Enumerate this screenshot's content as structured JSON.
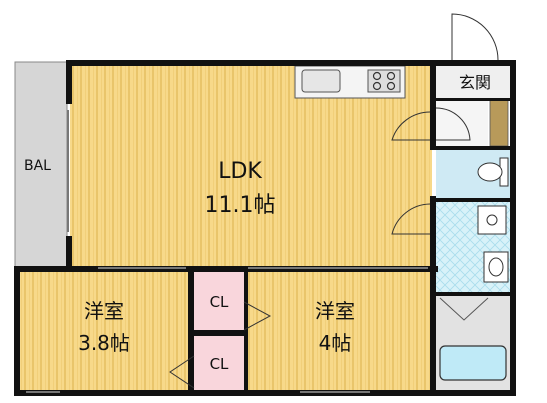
{
  "rooms": {
    "ldk": {
      "name": "LDK",
      "size": "11.1帖"
    },
    "western1": {
      "name": "洋室",
      "size": "3.8帖"
    },
    "western2": {
      "name": "洋室",
      "size": "4帖"
    },
    "closet1": {
      "label": "CL"
    },
    "closet2": {
      "label": "CL"
    },
    "entrance": {
      "label": "玄関"
    },
    "balcony": {
      "label": "BAL"
    }
  },
  "colors": {
    "wall": "#111111",
    "floor_wood": "#f7d98a",
    "floor_wood_stripe": "#e9c56b",
    "balcony": "#d6d6d6",
    "closet": "#f9d6dc",
    "bath": "#d8f2f9",
    "bath_tile": "#a9dcec",
    "toilet_floor": "#cfeaf4",
    "utility": "#e2e2e2",
    "entrance": "#efefef",
    "shoebox": "#b89a5a"
  }
}
